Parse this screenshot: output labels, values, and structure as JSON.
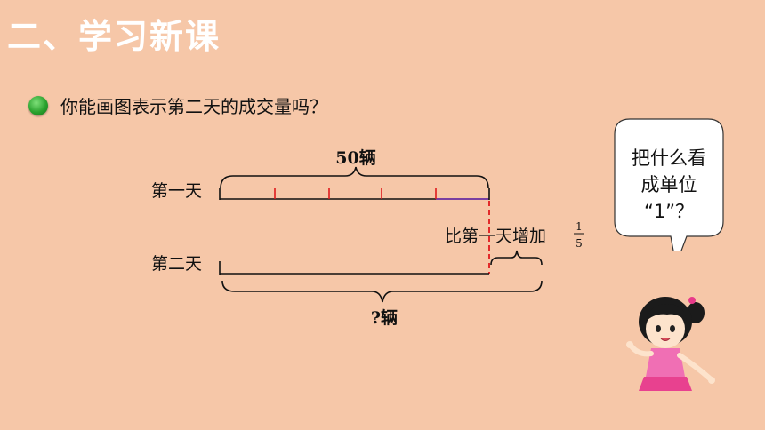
{
  "header": {
    "title": "二、学习新课"
  },
  "question": {
    "text": "你能画图表示第二天的成交量吗？"
  },
  "diagram": {
    "day1_label": "第一天",
    "day2_label": "第二天",
    "day1_total": "50辆",
    "day2_total": "?辆",
    "increase_label": "比第一天增加",
    "fraction_numerator": "1",
    "fraction_denominator": "5",
    "segments": 5
  },
  "speech_bubble": {
    "line1": "把什么看",
    "line2": "成单位",
    "line3": "“1”？"
  },
  "colors": {
    "background": "#f6c7a8",
    "tick": "#e0191c",
    "dashed": "#e0191c",
    "last_segment": "#7a3fa0",
    "bullet": "#2aa22e"
  }
}
